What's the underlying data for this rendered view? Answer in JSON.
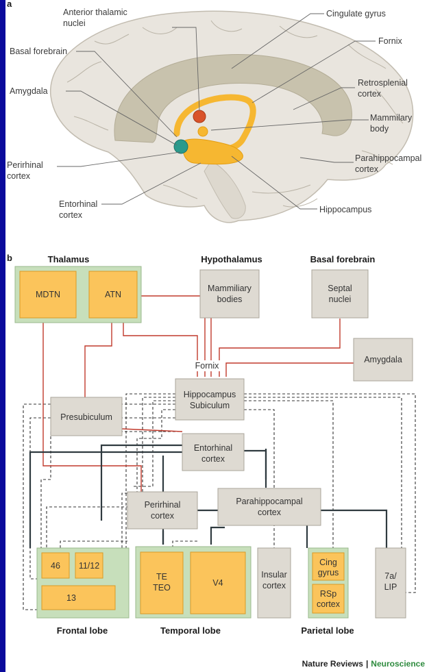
{
  "colors": {
    "background": "#0b0b9c",
    "brain": "#e9e5de",
    "cingulate": "#c8c2ad",
    "hippocampus": "#f6b731",
    "thalamic_nuclei": "#d9532a",
    "entorhinal": "#2a9a8c",
    "box_grey": "#dedad2",
    "box_orange": "#fbc45b",
    "group_green": "#c7dfbb",
    "red_line": "#c0392b",
    "dark_line": "#2f3a3f",
    "journal_accent": "#2e8b3e"
  },
  "panel_a": {
    "letter": "a",
    "labels": {
      "anterior_thalamic_1": "Anterior thalamic",
      "anterior_thalamic_2": "nuclei",
      "basal_forebrain": "Basal forebrain",
      "amygdala": "Amygdala",
      "perirhinal_1": "Perirhinal",
      "perirhinal_2": "cortex",
      "entorhinal_1": "Entorhinal",
      "entorhinal_2": "cortex",
      "cingulate": "Cingulate gyrus",
      "fornix": "Fornix",
      "retrosplenial_1": "Retrosplenial",
      "retrosplenial_2": "cortex",
      "mammillary_1": "Mammilary",
      "mammillary_2": "body",
      "parahippocampal_1": "Parahippocampal",
      "parahippocampal_2": "cortex",
      "hippocampus": "Hippocampus"
    }
  },
  "panel_b": {
    "letter": "b",
    "headers": {
      "thalamus": "Thalamus",
      "hypothalamus": "Hypothalamus",
      "basal_forebrain": "Basal forebrain"
    },
    "boxes": {
      "mdtn": "MDTN",
      "atn": "ATN",
      "mammillary_1": "Mammiliary",
      "mammillary_2": "bodies",
      "septal_1": "Septal",
      "septal_2": "nuclei",
      "amygdala": "Amygdala",
      "fornix": "Fornix",
      "hippocampus_1": "Hippocampus",
      "hippocampus_2": "Subiculum",
      "presubiculum": "Presubiculum",
      "entorhinal_1": "Entorhinal",
      "entorhinal_2": "cortex",
      "perirhinal_1": "Perirhinal",
      "perirhinal_2": "cortex",
      "parahippocampal_1": "Parahippocampal",
      "parahippocampal_2": "cortex",
      "area46": "46",
      "area11_12": "11/12",
      "area13": "13",
      "te_1": "TE",
      "te_2": "TEO",
      "v4": "V4",
      "insular_1": "Insular",
      "insular_2": "cortex",
      "cing_1": "Cing",
      "cing_2": "gyrus",
      "rsp_1": "RSp",
      "rsp_2": "cortex",
      "lip_1": "7a/",
      "lip_2": "LIP"
    },
    "lobes": {
      "frontal": "Frontal lobe",
      "temporal": "Temporal lobe",
      "parietal": "Parietal lobe"
    }
  },
  "credit": {
    "journal": "Nature Reviews",
    "separator": "|",
    "section": "Neuroscience"
  }
}
